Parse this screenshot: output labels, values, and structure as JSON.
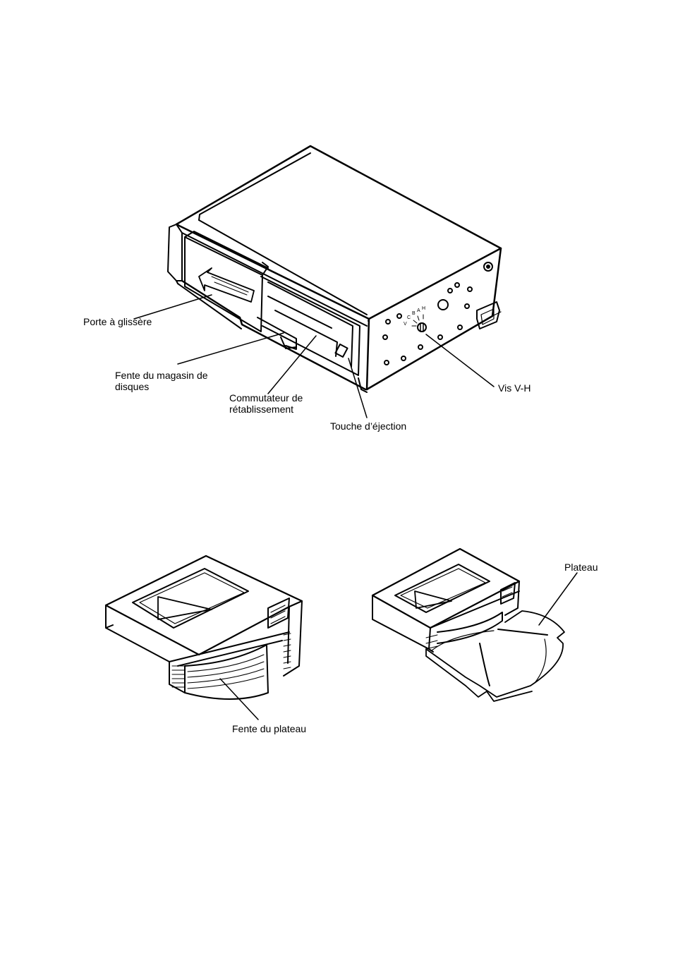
{
  "diagram1": {
    "labels": {
      "porte": "Porte à glissère",
      "fente_magasin_1": "Fente du magasin de",
      "fente_magasin_2": "disques",
      "commutateur_1": "Commutateur  de",
      "commutateur_2": "rétablissement",
      "touche": "Touche d’éjection",
      "vis": "Vis V-H"
    },
    "screw_marks": {
      "v": "V",
      "c": "C",
      "b": "B",
      "a": "A",
      "h": "H"
    }
  },
  "diagram2": {
    "labels": {
      "fente_plateau": "Fente du plateau",
      "plateau": "Plateau"
    }
  }
}
